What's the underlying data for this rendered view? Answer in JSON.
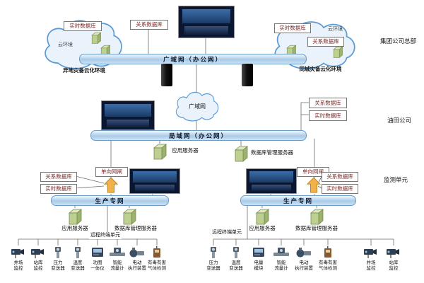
{
  "colors": {
    "bus_fill": "#a9cbe8",
    "bus_border": "#6f9cc4",
    "cloud_fill": "#eaf3fb",
    "cloud_stroke": "#5b9bd5",
    "small_box_text": "#7d2a2a",
    "server_green": "#bdd08f",
    "gateway_orange": "#f2b24a"
  },
  "top": {
    "wan_bus": "广域网（办公网）",
    "hq_label": "集团公司总部",
    "relational_db": "关系数据库",
    "left_cloud": {
      "realtime_db": "实时数据库",
      "env_label": "云环境",
      "caption": "异地灾备云化环境"
    },
    "right_cloud": {
      "realtime_db": "实时数据库",
      "relational_db": "关系数据库",
      "env_label": "云环境",
      "caption": "同城灾备云化环境"
    }
  },
  "middle": {
    "wan_cloud": "广域网",
    "lan_bus": "局域网（办公网）",
    "relational_db": "关系数据库",
    "realtime_db": "实时数据库",
    "company_label": "油田公司",
    "app_server": "应用服务器",
    "db_server": "数据库管理服务器"
  },
  "left_unit": {
    "relational_db": "关系数据库",
    "realtime_db": "实时数据库",
    "gateway": "单向网闸",
    "prod_bus": "生产专网",
    "app_server": "应用服务器",
    "db_server": "数据库管理服务器",
    "rtu": "远程终端单元",
    "devices": [
      "井场\n监控",
      "站库\n监控",
      "压力\n变送器",
      "温度\n变送器",
      "功图\n一体仪",
      "智能\n流量计",
      "电动\n执行装置",
      "有毒有害\n气体检测"
    ]
  },
  "right_unit": {
    "gateway": "单向网闸",
    "relational_db": "关系数据库",
    "realtime_db": "实时数据库",
    "unit_label": "监测单元",
    "prod_bus": "生产专网",
    "app_server": "应用服务器",
    "db_server": "数据库管理服务器",
    "rtu": "远程终端单元",
    "devices": [
      "压力\n变送器",
      "温度\n变送器",
      "电量\n模块",
      "智能\n流量计",
      "电动\n执行装置",
      "有毒有害\n气体检测",
      "井场\n监控",
      "站库\n监控"
    ]
  }
}
